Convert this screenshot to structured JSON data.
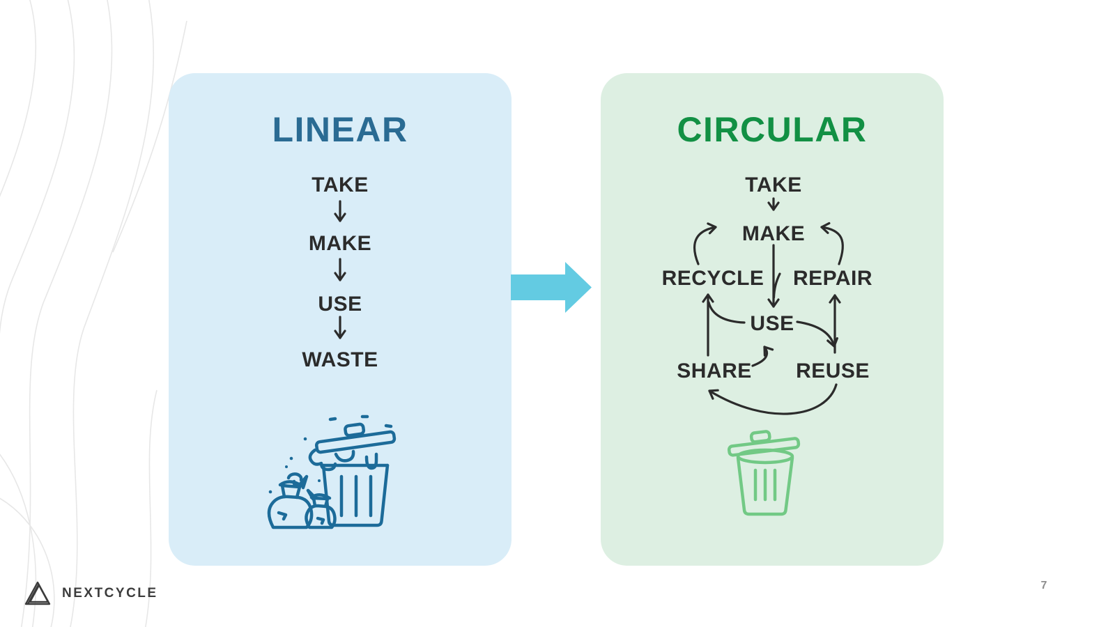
{
  "slide": {
    "page_number": "7"
  },
  "brand": {
    "name": "NEXTCYCLE"
  },
  "linear": {
    "title": "LINEAR",
    "steps": [
      "TAKE",
      "MAKE",
      "USE",
      "WASTE"
    ],
    "icon": "overflowing-trash-can-with-bags"
  },
  "circular": {
    "title": "CIRCULAR",
    "nodes": {
      "take": "TAKE",
      "make": "MAKE",
      "recycle": "RECYCLE",
      "repair": "REPAIR",
      "use": "USE",
      "share": "SHARE",
      "reuse": "REUSE"
    },
    "icon": "empty-trash-can"
  },
  "colors": {
    "panel_linear_bg": "#d9edf8",
    "panel_circular_bg": "#ddefe2",
    "linear_title_color": "#2a6b93",
    "circular_title_color": "#129044",
    "text_color": "#2b2b2b",
    "arrow_between_color": "#63cbe2",
    "linear_icon_color": "#1c6b99",
    "circular_icon_color": "#72c985",
    "contour_color": "#e7e7e7",
    "page_number_color": "#8e8e8e",
    "logo_color": "#3c3c3c"
  }
}
